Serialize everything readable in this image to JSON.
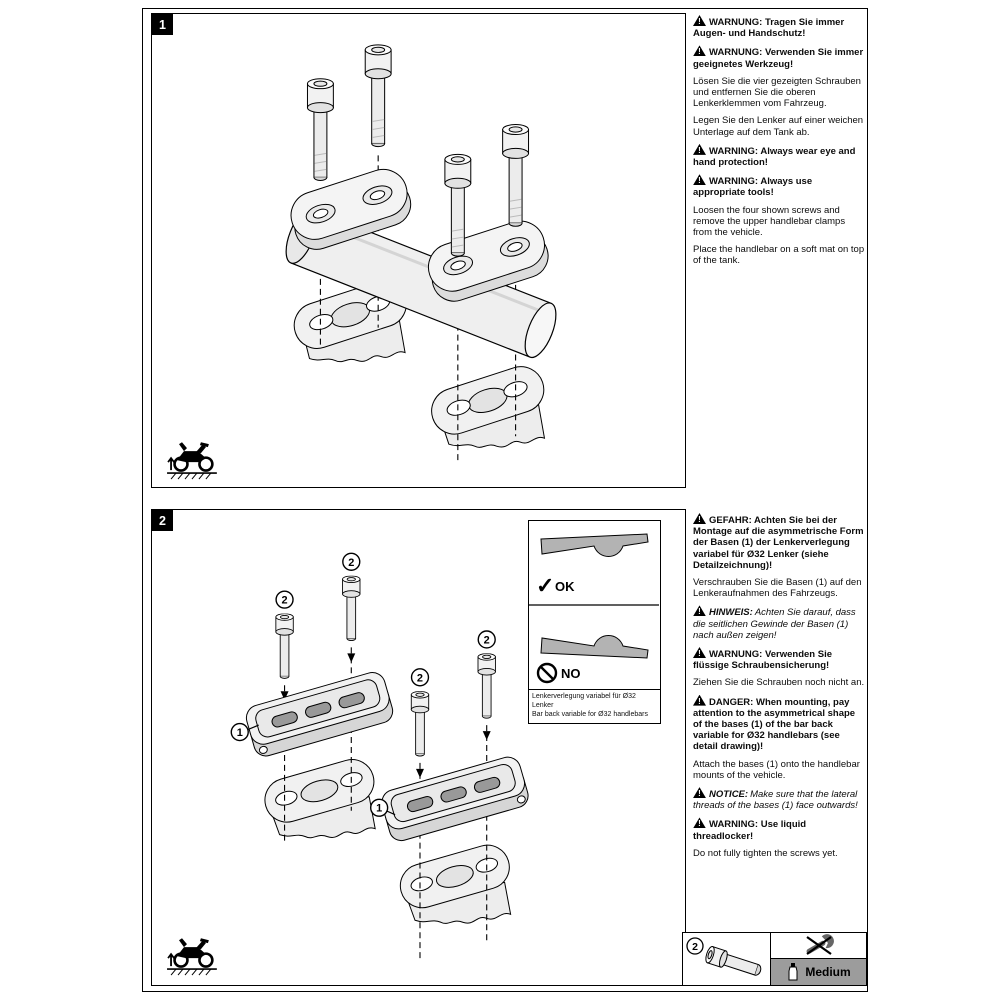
{
  "steps": {
    "step1_badge": "1",
    "step2_badge": "2"
  },
  "callouts": {
    "item1": "1",
    "item2": "2"
  },
  "step1": {
    "de": {
      "warning1": "WARNUNG: Tragen Sie immer Augen- und Handschutz!",
      "warning2": "WARNUNG: Verwenden Sie immer geeignetes Werkzeug!",
      "para1": "Lösen Sie die vier gezeigten Schrauben und entfernen Sie die oberen Lenkerklemmen vom Fahrzeug.",
      "para2": "Legen Sie den Lenker auf einer weichen Unterlage auf dem Tank ab."
    },
    "en": {
      "warning1": "WARNING: Always wear eye and hand protection!",
      "warning2": "WARNING: Always use appropriate tools!",
      "para1": "Loosen the four shown screws and remove the upper handlebar clamps from the vehicle.",
      "para2": "Place the handlebar on a soft mat on top of the tank."
    }
  },
  "step2": {
    "de": {
      "danger": "GEFAHR: Achten Sie bei der Montage auf die asymmetrische Form der Basen (1) der Lenkerverlegung variabel für Ø32 Lenker (siehe Detailzeichnung)!",
      "para1": "Verschrauben Sie die Basen (1) auf den Lenkeraufnahmen des Fahrzeugs.",
      "notice_lead": "HINWEIS:",
      "notice": "Achten Sie darauf, dass die seitlichen Gewinde der Basen (1) nach außen zeigen!",
      "warning": "WARNUNG: Verwenden Sie flüssige Schraubensicherung!",
      "para2": "Ziehen Sie die Schrauben noch nicht an."
    },
    "en": {
      "danger": "DANGER: When mounting, pay attention to the asymmetrical shape of the bases (1) of the bar back variable for Ø32 handlebars (see detail drawing)!",
      "para1": "Attach the bases (1) onto the handlebar mounts of the vehicle.",
      "notice_lead": "NOTICE:",
      "notice": "Make sure that the lateral threads of the bases (1) face outwards!",
      "warning": "WARNING: Use liquid threadlocker!",
      "para2": "Do not fully tighten the screws yet."
    }
  },
  "inset": {
    "ok_label": "OK",
    "no_label": "NO",
    "caption_de": "Lenkerverlegung variabel für Ø32 Lenker",
    "caption_en": "Bar back variable for Ø32 handlebars"
  },
  "fastener_box": {
    "screw_item": "2",
    "threadlocker_strength": "Medium"
  },
  "icons": {
    "warning_triangle": "⚠",
    "check_mark": "✓",
    "no_entry": "circle-slash",
    "motorcycle_lift": "motorcycle-on-lift-pictogram",
    "no_tighten": "crossed-wrench",
    "threadlocker_bottle": "adhesive-bottle"
  },
  "colors": {
    "ink": "#000000",
    "metal_light": "#f2f2f2",
    "metal_mid": "#d9d9d9",
    "inset_gray": "#b3b3b3",
    "band_gray": "#9c9c9c"
  }
}
